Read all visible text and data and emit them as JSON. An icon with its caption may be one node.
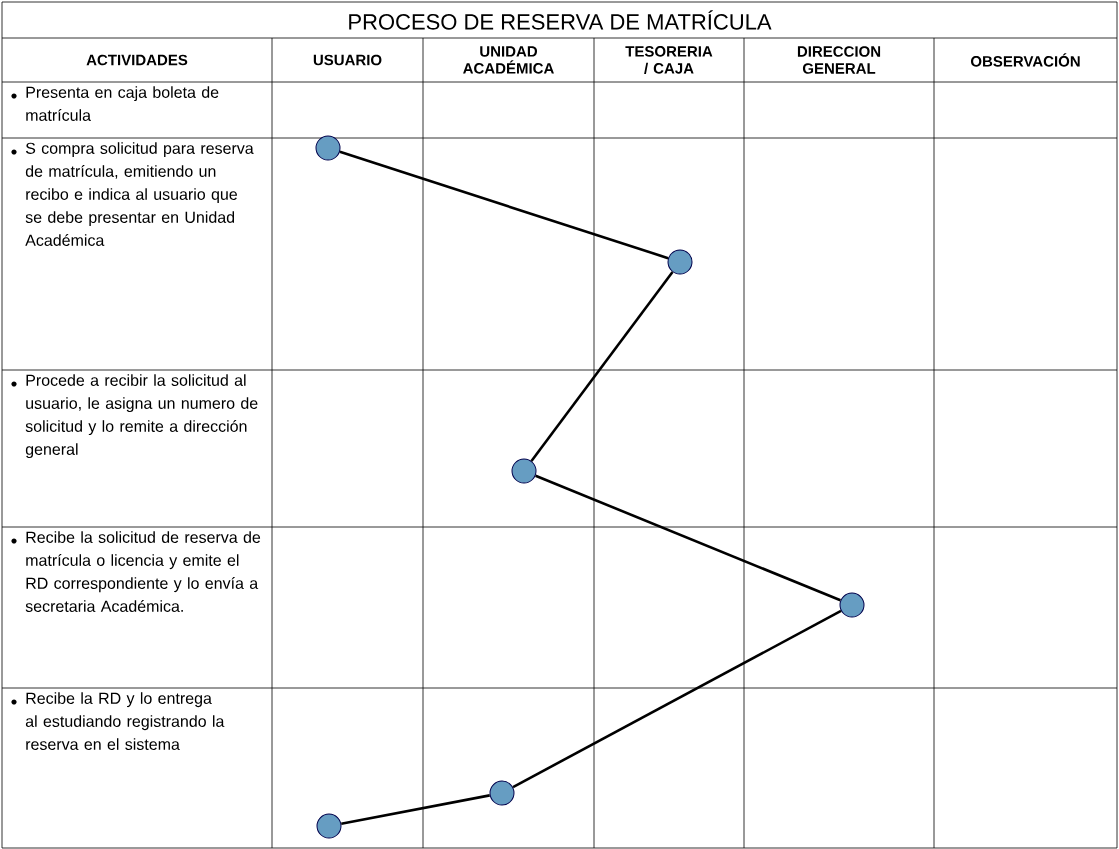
{
  "diagram": {
    "title": "PROCESO DE RESERVA DE MATRÍCULA",
    "nodes": [
      {
        "text": [],
        "shape": "circle"
      },
      {
        "text": [],
        "shape": "circle"
      },
      {
        "text": [],
        "shape": "circle"
      },
      {
        "text": [],
        "shape": "circle"
      },
      {
        "text": [],
        "shape": "circle"
      },
      {
        "text": [],
        "shape": "circle"
      }
    ],
    "edges": [
      {
        "from": 0,
        "to": 1,
        "arrow": "none"
      },
      {
        "from": 1,
        "to": 2,
        "arrow": "none"
      },
      {
        "from": 2,
        "to": 3,
        "arrow": "none"
      },
      {
        "from": 3,
        "to": 4,
        "arrow": "none"
      },
      {
        "from": 4,
        "to": 5,
        "arrow": "none"
      }
    ],
    "labels": [
      "ACTIVIDADES",
      "USUARIO",
      "UNIDAD ACADÉMICA",
      "TESORERIA / CAJA",
      "DIRECCION GENERAL",
      "OBSERVACIÓN",
      "Presenta en caja boleta de matrícula",
      "S compra solicitud para reserva de matrícula, emitiendo un recibo e indica al usuario que se debe presentar en Unidad Académica",
      "Procede a recibir la solicitud al usuario, le asigna un numero de solicitud y lo remite a dirección general",
      "Recibe la solicitud de reserva de matrícula o licencia y emite el RD correspondiente y lo envía a secretaria Académica.",
      "Recibe la RD y lo entrega al estudiando registrando la reserva en el sistema"
    ]
  }
}
